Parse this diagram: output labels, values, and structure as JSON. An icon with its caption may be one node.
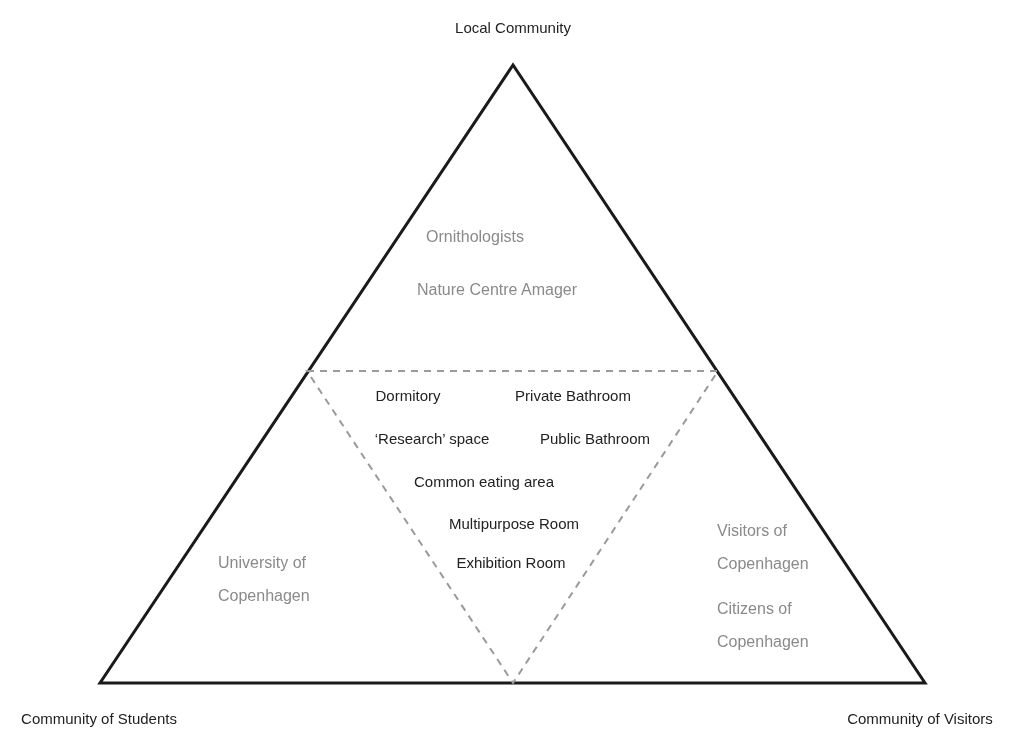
{
  "diagram": {
    "nodes": [
      {
        "text": [
          "Ornithologists",
          "Nature Centre Amager",
          "University of Copenhagen",
          "Visitors of Copenhagen",
          "Citizens of Copenhagen"
        ]
      },
      {
        "text": [
          "Dormitory",
          "Private Bathroom",
          "‘Research’ space",
          "Public Bathroom",
          "Common eating area",
          "Multipurpose Room",
          "Exhibition Room"
        ],
        "in": 0
      }
    ],
    "labels": [
      "Local Community",
      "Community of Students",
      "Community of Visitors"
    ]
  }
}
